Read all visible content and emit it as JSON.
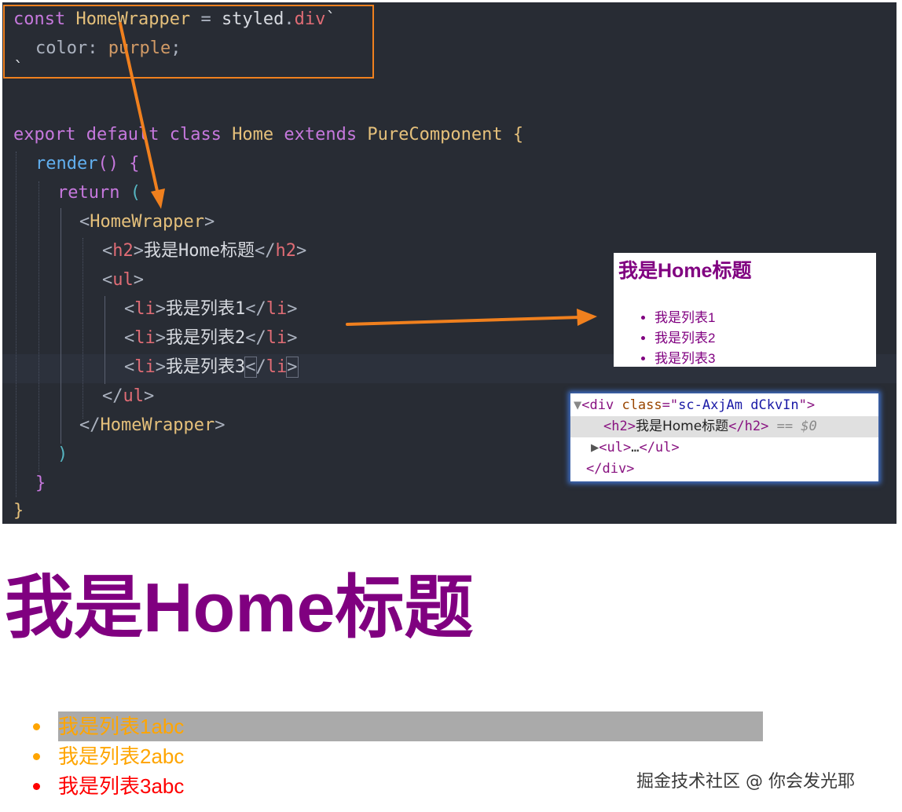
{
  "code": {
    "l1": {
      "a": "const",
      "b": "HomeWrapper",
      "c": "=",
      "d": "styled",
      "e": ".",
      "f": "div",
      "g": "`"
    },
    "l2": {
      "a": "color:",
      "b": "purple",
      "c": ";"
    },
    "l3": {
      "a": "`"
    },
    "l5": {
      "a": "export",
      "b": "default",
      "c": "class",
      "d": "Home",
      "e": "extends",
      "f": "PureComponent",
      "g": "{"
    },
    "l6": {
      "a": "render",
      "b": "()",
      "c": "{"
    },
    "l7": {
      "a": "return",
      "b": "("
    },
    "l8": {
      "a": "<",
      "b": "HomeWrapper",
      "c": ">"
    },
    "l9": {
      "a": "<",
      "b": "h2",
      "c": ">",
      "d": "我是Home标题",
      "e": "</",
      "f": "h2",
      "g": ">"
    },
    "l10": {
      "a": "<",
      "b": "ul",
      "c": ">"
    },
    "l11": {
      "a": "<",
      "b": "li",
      "c": ">",
      "d": "我是列表1",
      "e": "</",
      "f": "li",
      "g": ">"
    },
    "l12": {
      "a": "<",
      "b": "li",
      "c": ">",
      "d": "我是列表2",
      "e": "</",
      "f": "li",
      "g": ">"
    },
    "l13": {
      "a": "<",
      "b": "li",
      "c": ">",
      "d": "我是列表3",
      "e": "<",
      "f": "/",
      "g": "li",
      "h": ">"
    },
    "l14": {
      "a": "</",
      "b": "ul",
      "c": ">"
    },
    "l15": {
      "a": "</",
      "b": "HomeWrapper",
      "c": ">"
    },
    "l16": {
      "a": ")"
    },
    "l17": {
      "a": "}"
    },
    "l18": {
      "a": "}"
    }
  },
  "preview": {
    "title": "我是Home标题",
    "items": [
      "我是列表1",
      "我是列表2",
      "我是列表3"
    ]
  },
  "devtools": {
    "line1": {
      "toggle": "▼",
      "open": "<div",
      "attr": "class",
      "eq": "=\"",
      "val": "sc-AxjAm dCkvIn",
      "close": "\">"
    },
    "line2": {
      "open": "<h2>",
      "text": "我是Home标题",
      "close": "</h2>",
      "eq": " == ",
      "ref": "$0"
    },
    "line3": {
      "toggle": "▶",
      "open": "<ul>",
      "dots": "…",
      "close": "</ul>"
    },
    "line4": {
      "close": "</div>"
    }
  },
  "render": {
    "title": "我是Home标题",
    "items": [
      {
        "text": "我是列表1abc",
        "color": "#ffa500",
        "bullet": "#ffa500",
        "highlighted": true
      },
      {
        "text": "我是列表2abc",
        "color": "#ffa500",
        "bullet": "#ffa500",
        "highlighted": false
      },
      {
        "text": "我是列表3abc",
        "color": "#ff0000",
        "bullet": "#ff0000",
        "highlighted": false
      }
    ]
  },
  "watermark": "掘金技术社区 @ 你会发光耶",
  "colors": {
    "editor_bg": "#282c34",
    "accent_orange": "#f0801e",
    "purple": "#800080"
  }
}
